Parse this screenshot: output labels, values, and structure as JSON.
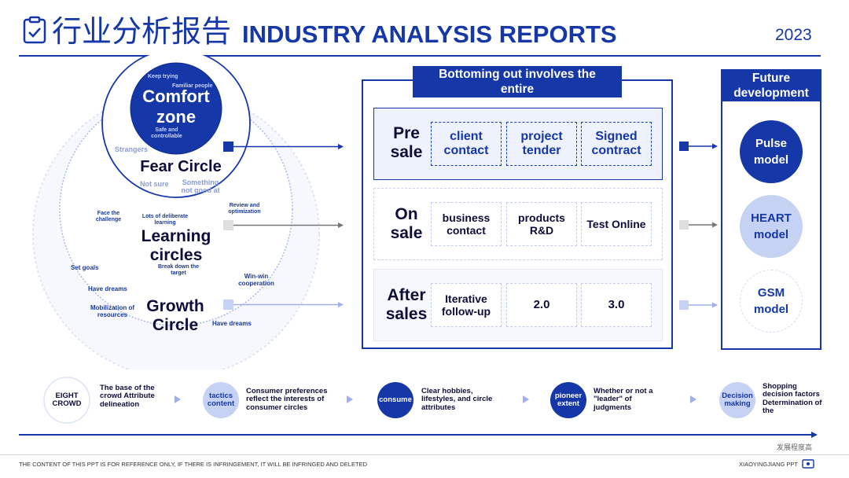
{
  "header": {
    "title_cn": "行业分析报告",
    "title_en": "INDUSTRY ANALYSIS REPORTS",
    "year": "2023"
  },
  "circles": {
    "comfort": {
      "title_line1": "Comfort",
      "title_line2": "zone",
      "keep_trying": "Keep trying",
      "familiar_people": "Familiar people",
      "safe_controllable": "Safe and controllable"
    },
    "fear": {
      "title": "Fear Circle",
      "strangers": "Strangers",
      "not_sure": "Not sure",
      "something_not_good": "Something not good at"
    },
    "learning": {
      "title_line1": "Learning",
      "title_line2": "circles",
      "face_challenge": "Face the challenge",
      "deliberate": "Lots of deliberate learning",
      "review": "Review and optimization",
      "break_down": "Break down the target"
    },
    "growth": {
      "title_line1": "Growth",
      "title_line2": "Circle",
      "set_goals": "Set goals",
      "have_dreams_left": "Have dreams",
      "mobilization": "Mobilization of resources",
      "have_dreams_right": "Have dreams",
      "win_win": "Win-win cooperation"
    }
  },
  "middle": {
    "header": "Bottoming out involves the entire",
    "rows": [
      {
        "label": "Pre sale",
        "cells": [
          "client contact",
          "project tender",
          "Signed contract"
        ]
      },
      {
        "label": "On sale",
        "cells": [
          "business contact",
          "products R&D",
          "Test Online"
        ]
      },
      {
        "label": "After sales",
        "cells": [
          "Iterative follow-up",
          "2.0",
          "3.0"
        ]
      }
    ]
  },
  "future": {
    "header": "Future development",
    "models": [
      "Pulse model",
      "HEART model",
      "GSM model"
    ]
  },
  "bottom": {
    "steps": [
      {
        "circle": "EIGHT CROWD",
        "text": "The base of the crowd Attribute delineation"
      },
      {
        "circle": "tactics content",
        "text": "Consumer preferences reflect the interests of consumer circles"
      },
      {
        "circle": "consume",
        "text": "Clear hobbies, lifestyles, and circle attributes"
      },
      {
        "circle": "pioneer extent",
        "text": "Whether or not a \"leader\" of judgments"
      },
      {
        "circle": "Decision making",
        "text": "Shopping decision factors Determination of the"
      }
    ],
    "axis_label": "发展程度高"
  },
  "footer": {
    "left": "THE CONTENT OF THIS PPT IS FOR REFERENCE ONLY, IF THERE IS INFRINGEMENT, IT WILL BE INFRINGED AND DELETED",
    "right": "XIAOYINGJIANG PPT"
  },
  "colors": {
    "navy": "#1537a8",
    "light": "#c6d2f4",
    "pale": "#eef2fc"
  }
}
